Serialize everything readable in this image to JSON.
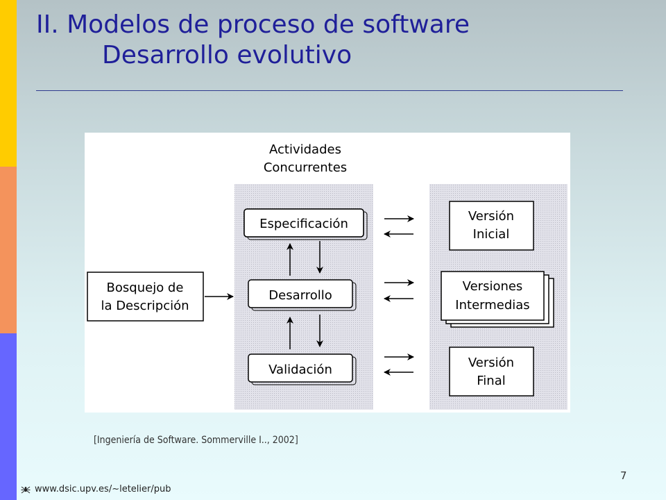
{
  "slide": {
    "title_line1": "II. Modelos de proceso de software",
    "title_line2": "Desarrollo evolutivo",
    "citation": "[Ingeniería de Software. Sommerville I.., 2002]",
    "page_number": "7",
    "footer_url": "www.dsic.upv.es/~letelier/pub",
    "footer_icon": "spider-icon"
  },
  "colors": {
    "title": "#1f1f99",
    "bar_yellow": "#ffcc00",
    "bar_orange": "#f4935c",
    "bar_blue": "#6666ff",
    "panel": "#e2e2ea"
  },
  "diagram": {
    "header_line1": "Actividades",
    "header_line2": "Concurrentes",
    "input_line1": "Bosquejo de",
    "input_line2": "la Descripción",
    "activities": {
      "spec": "Especificación",
      "dev": "Desarrollo",
      "val": "Validación"
    },
    "versions": {
      "initial_line1": "Versión",
      "initial_line2": "Inicial",
      "intermediate_line1": "Versiones",
      "intermediate_line2": "Intermedias",
      "final_line1": "Versión",
      "final_line2": "Final"
    }
  }
}
